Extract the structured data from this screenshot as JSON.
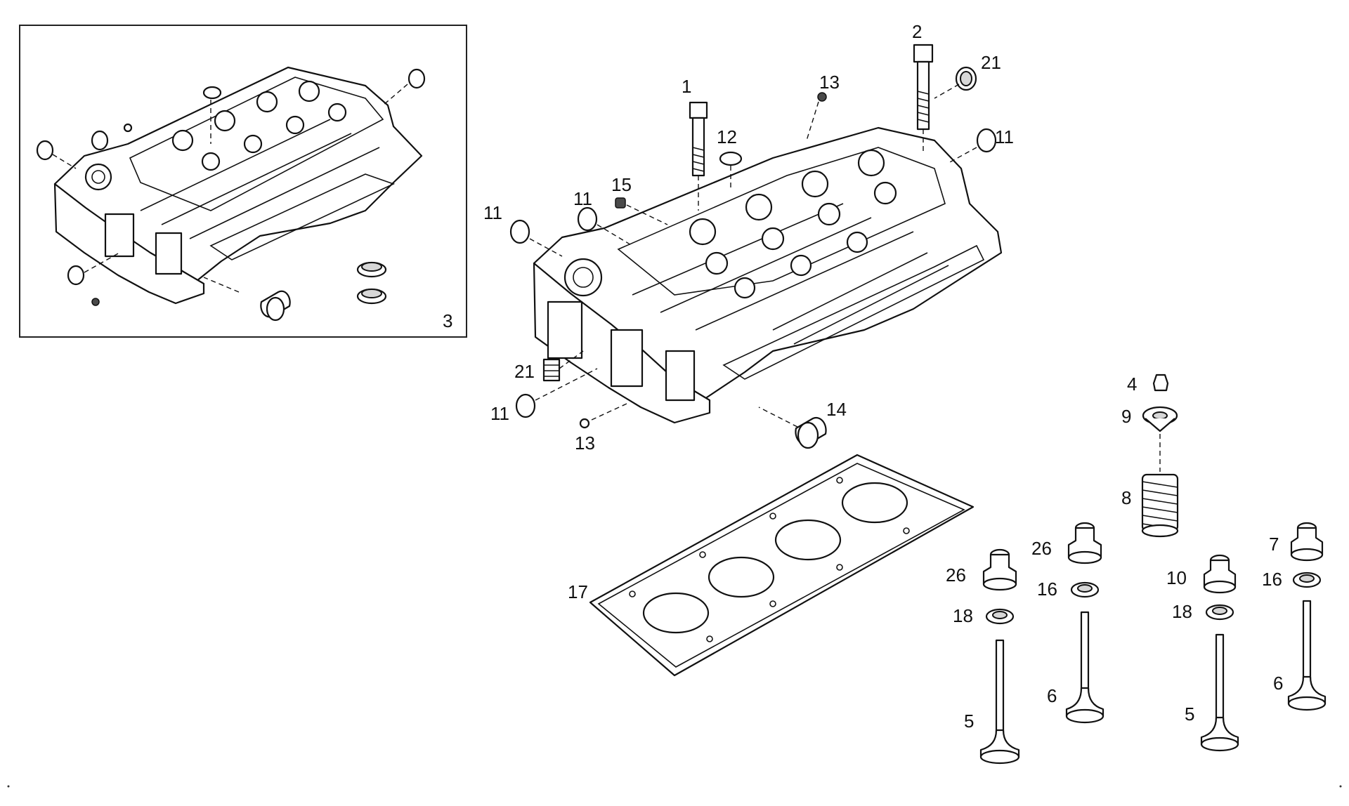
{
  "callouts": {
    "c1": "1",
    "c2": "2",
    "c3": "3",
    "c4": "4",
    "c5a": "5",
    "c5b": "5",
    "c6a": "6",
    "c6b": "6",
    "c7": "7",
    "c8": "8",
    "c9": "9",
    "c10": "10",
    "c11a": "11",
    "c11b": "11",
    "c11c": "11",
    "c11d": "11",
    "c12": "12",
    "c13a": "13",
    "c13b": "13",
    "c14": "14",
    "c15": "15",
    "c16a": "16",
    "c16b": "16",
    "c17": "17",
    "c18a": "18",
    "c18b": "18",
    "c21a": "21",
    "c21b": "21",
    "c26a": "26",
    "c26b": "26"
  }
}
